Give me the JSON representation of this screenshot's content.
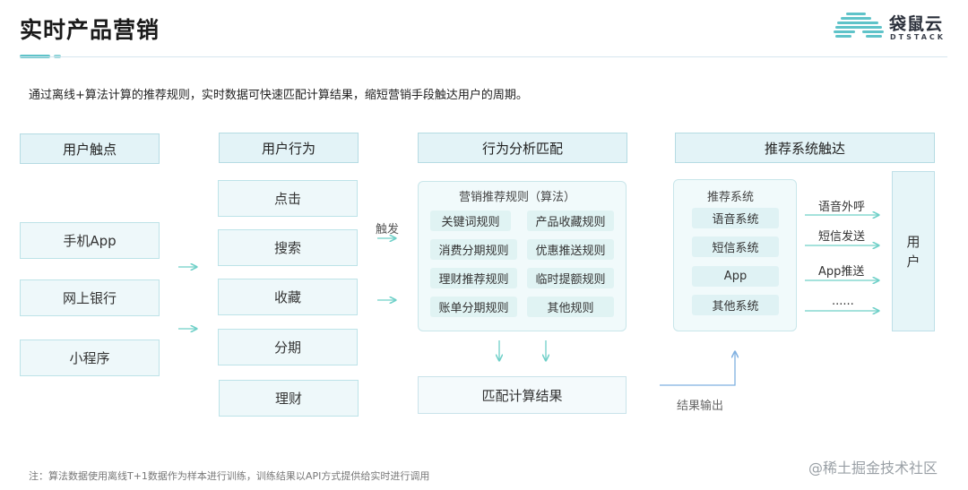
{
  "header": {
    "title": "实时产品营销",
    "logo_name": "袋鼠云",
    "logo_sub": "DTSTACK"
  },
  "subtitle": "通过离线+算法计算的推荐规则，实时数据可快速匹配计算结果，缩短营销手段触达用户的周期。",
  "columns": {
    "touchpoints": {
      "header": "用户触点",
      "items": [
        "手机App",
        "网上银行",
        "小程序"
      ]
    },
    "behaviors": {
      "header": "用户行为",
      "items": [
        "点击",
        "搜索",
        "收藏",
        "分期",
        "理财"
      ]
    },
    "analysis": {
      "header": "行为分析匹配",
      "trigger_label": "触发",
      "panel_title": "营销推荐规则（算法）",
      "rules": [
        "关键词规则",
        "产品收藏规则",
        "消费分期规则",
        "优惠推送规则",
        "理财推荐规则",
        "临时提额规则",
        "账单分期规则",
        "其他规则"
      ],
      "result": "匹配计算结果",
      "output_label": "结果输出"
    },
    "reach": {
      "header": "推荐系统触达",
      "panel_title": "推荐系统",
      "systems": [
        "语音系统",
        "短信系统",
        "App",
        "其他系统"
      ],
      "channels": [
        "语音外呼",
        "短信发送",
        "App推送",
        "......"
      ],
      "user": [
        "用",
        "户"
      ]
    }
  },
  "note": "注：算法数据使用离线T+1数据作为样本进行训练，训练结果以API方式提供给实时进行调用",
  "watermark": "@稀土掘金技术社区",
  "colors": {
    "accent": "#5fc3c9",
    "box_fill": "#eef8fa",
    "box_border": "#bde3e8",
    "arrow": "#6fd0c8",
    "output_arrow": "#7fb0e0"
  }
}
